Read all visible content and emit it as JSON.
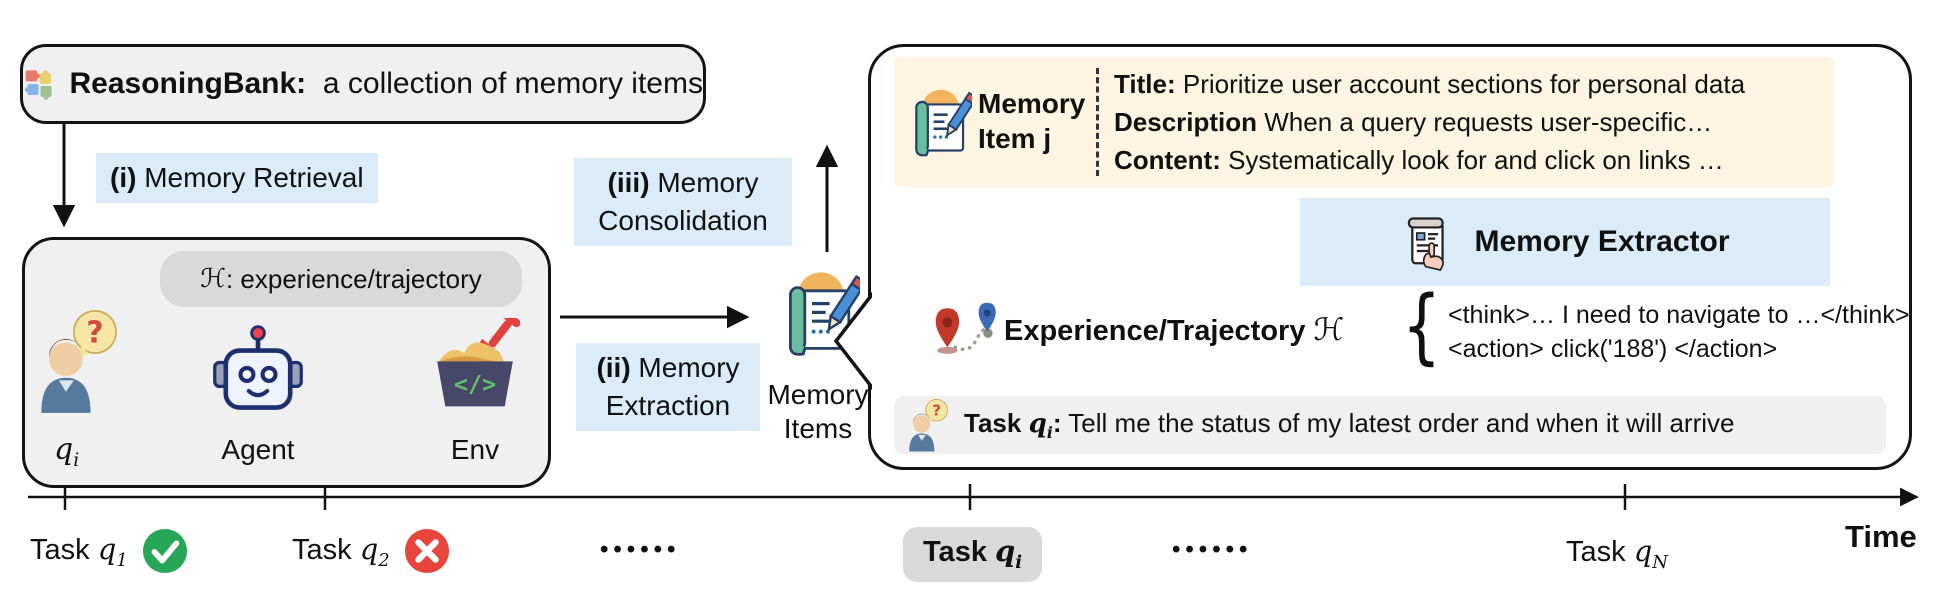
{
  "colors": {
    "label_bg": "#dcebf8",
    "box_bg": "#f0f0f0",
    "memory_item_bg": "#fdf4e1",
    "pill_bg": "#d9d9d9",
    "success": "#27a658",
    "failure": "#e8453c",
    "border": "#141414"
  },
  "reasoning_bank": {
    "icon": "puzzle-icon",
    "title": "ReasoningBank:",
    "subtitle": "a collection of memory items"
  },
  "steps": {
    "retrieval": {
      "prefix": "(i)",
      "rest": " Memory Retrieval"
    },
    "consolidation": {
      "prefix": "(iii)",
      "rest": " Memory",
      "line2": "Consolidation"
    },
    "extraction": {
      "prefix": "(ii)",
      "rest": " Memory",
      "line2": "Extraction"
    }
  },
  "agent_box": {
    "header": {
      "symbol": "ℋ",
      "rest": ": experience/trajectory"
    },
    "user": {
      "var": "q",
      "sub": "i"
    },
    "agent_label": "Agent",
    "env_label": "Env"
  },
  "memory_items_label": {
    "line1": "Memory",
    "line2": "Items"
  },
  "detail": {
    "memory_item": {
      "icon": "memory-scroll-icon",
      "label_line1": "Memory",
      "label_line2": "Item j",
      "fields": [
        {
          "key": "Title:",
          "value": " Prioritize user account sections for personal data"
        },
        {
          "key": "Description",
          "value": " When a query requests user-specific…"
        },
        {
          "key": "Content:",
          "value": " Systematically look for and click on links …"
        }
      ]
    },
    "extractor_label": "Memory Extractor",
    "experience": {
      "label": "Experience/Trajectory",
      "symbol": "ℋ",
      "brace": "{",
      "code_lines": [
        "<think>… I need to navigate to …</think>",
        "<action> click('188') </action>"
      ]
    },
    "task": {
      "bold": "Task ",
      "var": "q",
      "sub": "i",
      "colon": ":",
      "text": " Tell me the status of my latest order and when it will arrive"
    }
  },
  "timeline": {
    "tasks": [
      {
        "label": "Task ",
        "var": "q",
        "sub": "1",
        "status": "success"
      },
      {
        "label": "Task ",
        "var": "q",
        "sub": "2",
        "status": "failure"
      },
      {
        "label": "Task ",
        "var": "q",
        "sub": "i",
        "status": "current"
      },
      {
        "label": "Task ",
        "var": "q",
        "sub": "N",
        "status": "none"
      }
    ],
    "dots": "••••••",
    "time_label": "Time"
  }
}
